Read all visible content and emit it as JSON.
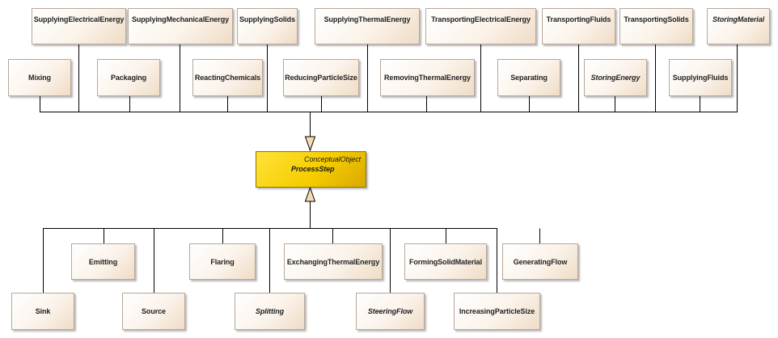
{
  "diagram": {
    "central": {
      "stereotype": "ConceptualObject",
      "name": "ProcessStep"
    },
    "upper_row1": [
      {
        "label": "SupplyingElectricalEnergy"
      },
      {
        "label": "SupplyingMechanicalEnergy"
      },
      {
        "label": "SupplyingSolids"
      },
      {
        "label": "SupplyingThermalEnergy"
      },
      {
        "label": "TransportingElectricalEnergy"
      },
      {
        "label": "TransportingFluids"
      },
      {
        "label": "TransportingSolids"
      },
      {
        "label": "StoringMaterial"
      }
    ],
    "upper_row2": [
      {
        "label": "Mixing"
      },
      {
        "label": "Packaging"
      },
      {
        "label": "ReactingChemicals"
      },
      {
        "label": "ReducingParticleSize"
      },
      {
        "label": "RemovingThermalEnergy"
      },
      {
        "label": "Separating"
      },
      {
        "label": "StoringEnergy"
      },
      {
        "label": "SupplyingFluids"
      }
    ],
    "lower_row1": [
      {
        "label": "Emitting"
      },
      {
        "label": "Flaring"
      },
      {
        "label": "ExchangingThermalEnergy"
      },
      {
        "label": "FormingSolidMaterial"
      },
      {
        "label": "GeneratingFlow"
      }
    ],
    "lower_row2": [
      {
        "label": "Sink"
      },
      {
        "label": "Source"
      },
      {
        "label": "Splitting"
      },
      {
        "label": "SteeringFlow"
      },
      {
        "label": "IncreasingParticleSize"
      }
    ]
  }
}
